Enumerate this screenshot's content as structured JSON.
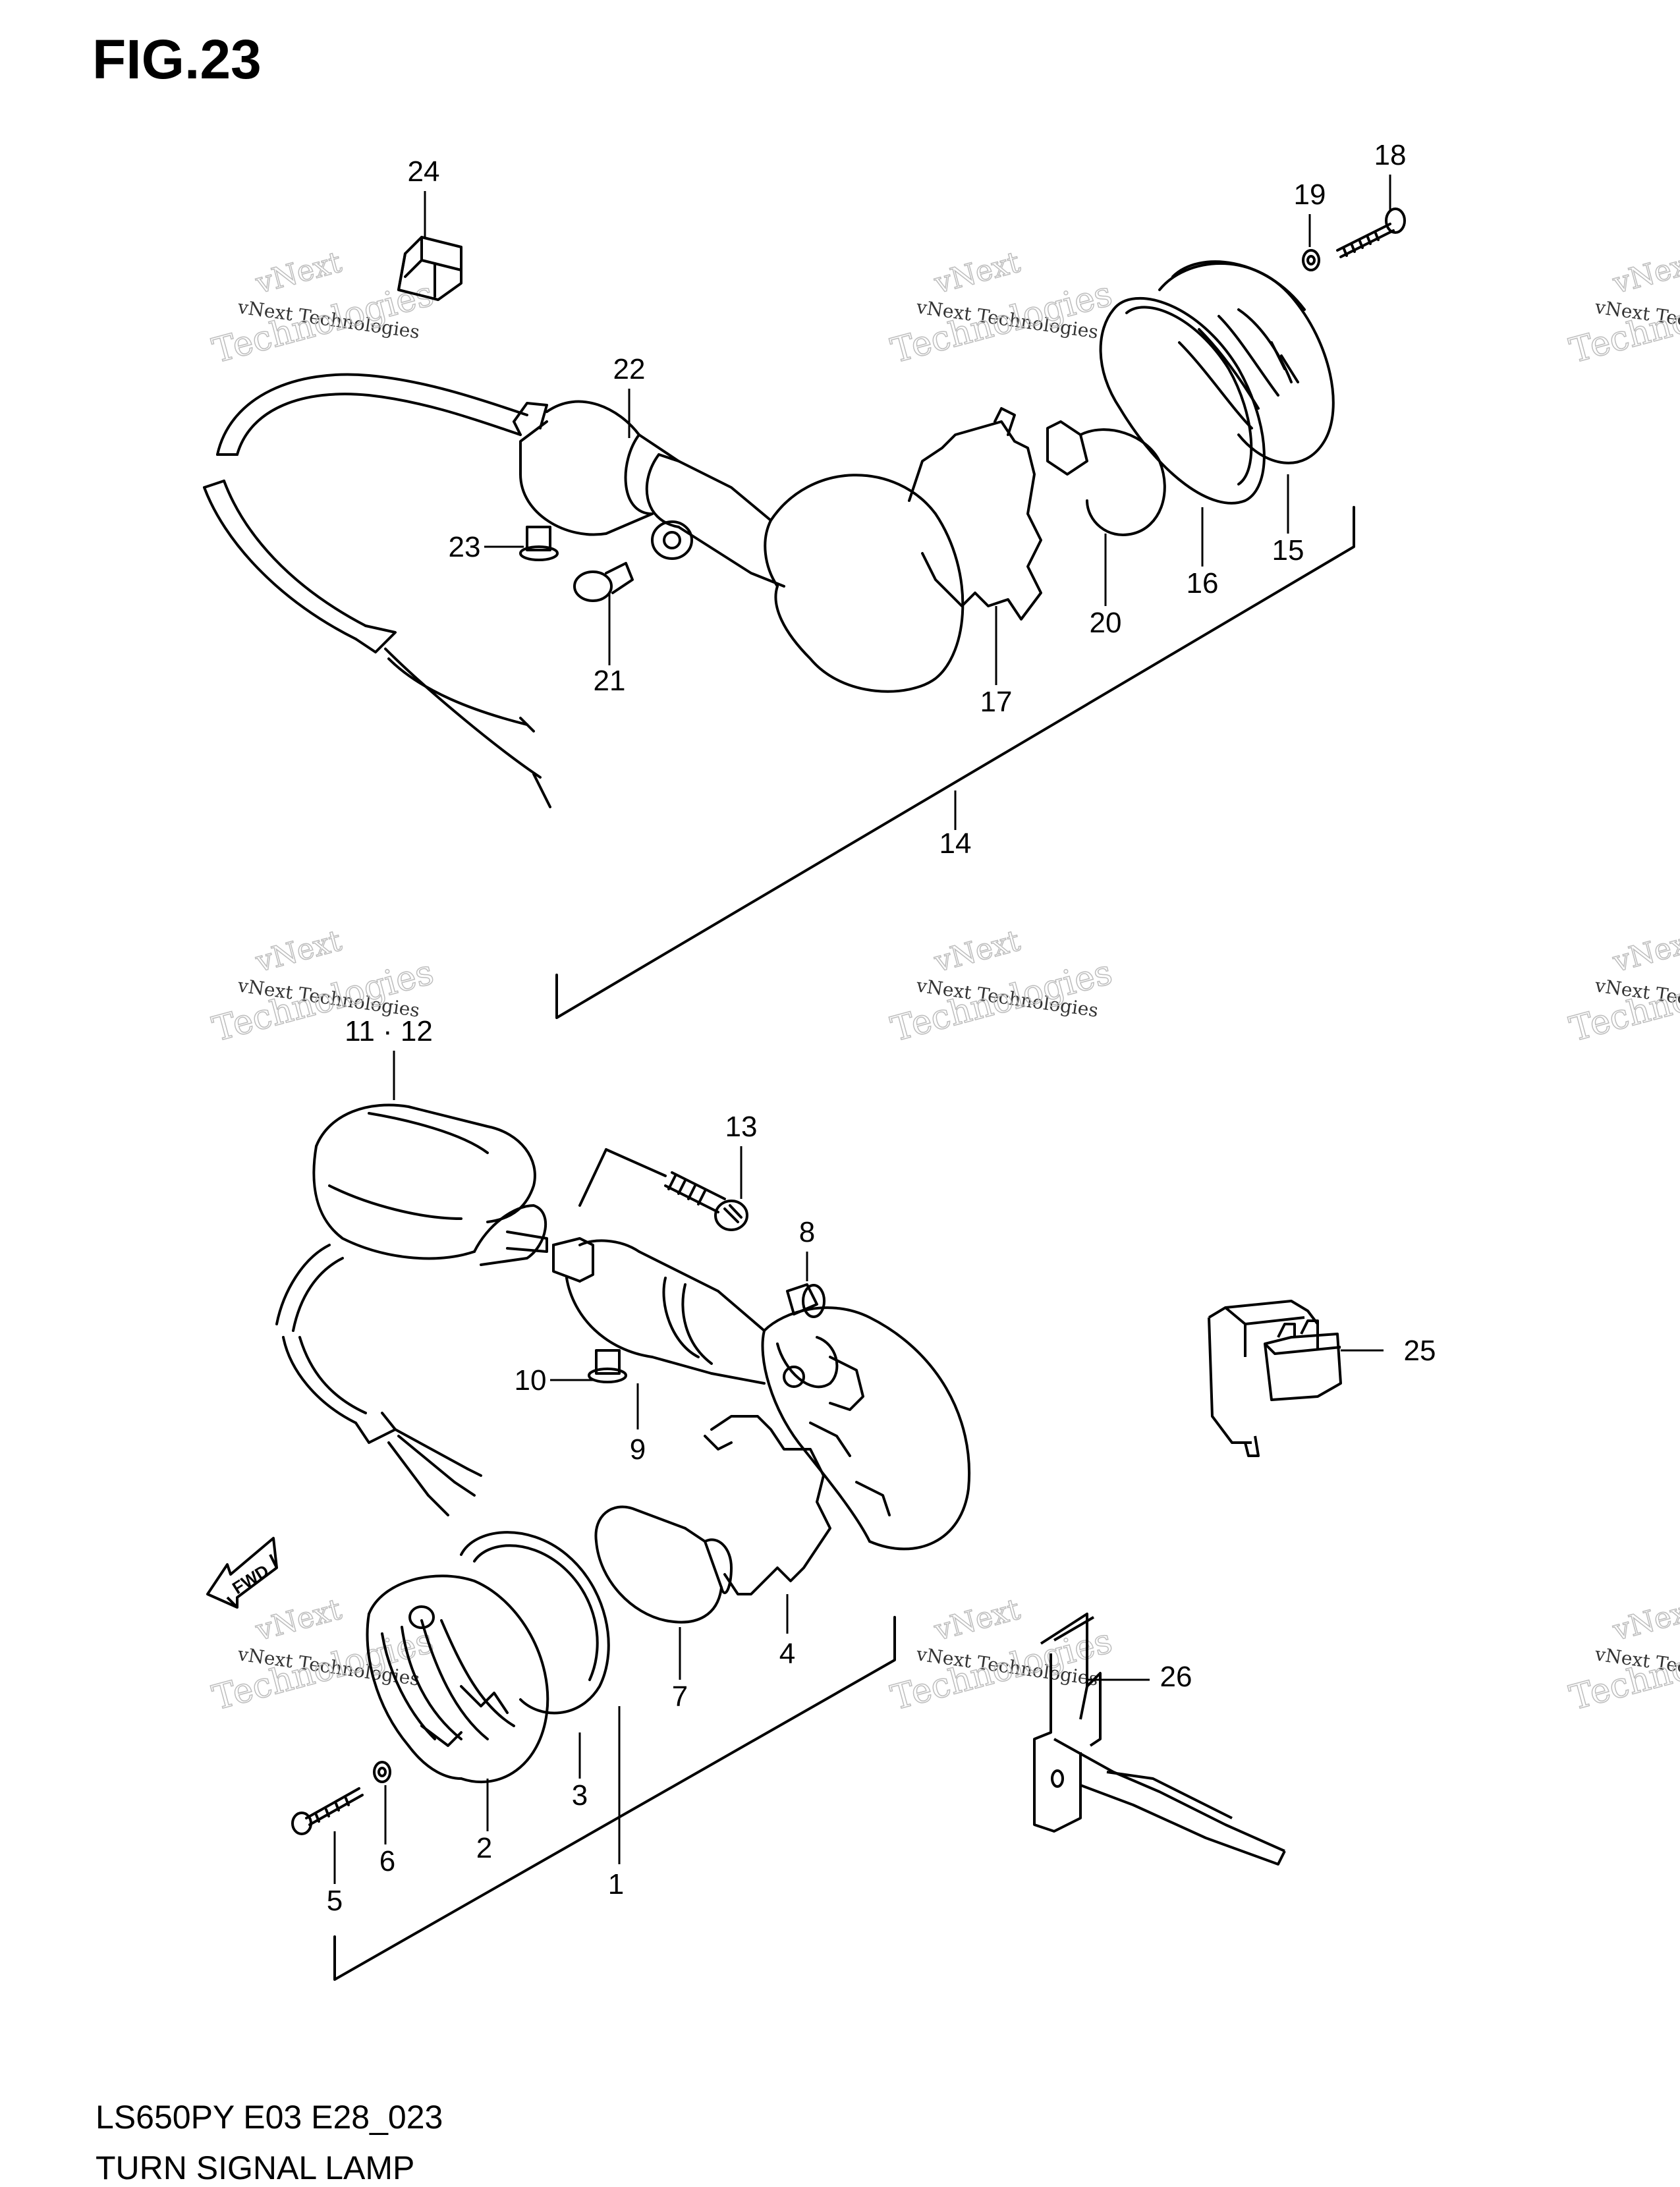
{
  "figure": {
    "title": "FIG.23",
    "model_code": "LS650PY E03 E28_023",
    "name": "TURN SIGNAL LAMP"
  },
  "watermark": {
    "line1": "vNext Technologies",
    "line2": "vNext",
    "line3": "Technologies"
  },
  "direction_label": "FWD",
  "callouts": [
    "1",
    "2",
    "3",
    "4",
    "5",
    "6",
    "7",
    "8",
    "9",
    "10",
    "11 · 12",
    "13",
    "14",
    "15",
    "16",
    "17",
    "18",
    "19",
    "20",
    "21",
    "22",
    "23",
    "24",
    "25",
    "26"
  ]
}
